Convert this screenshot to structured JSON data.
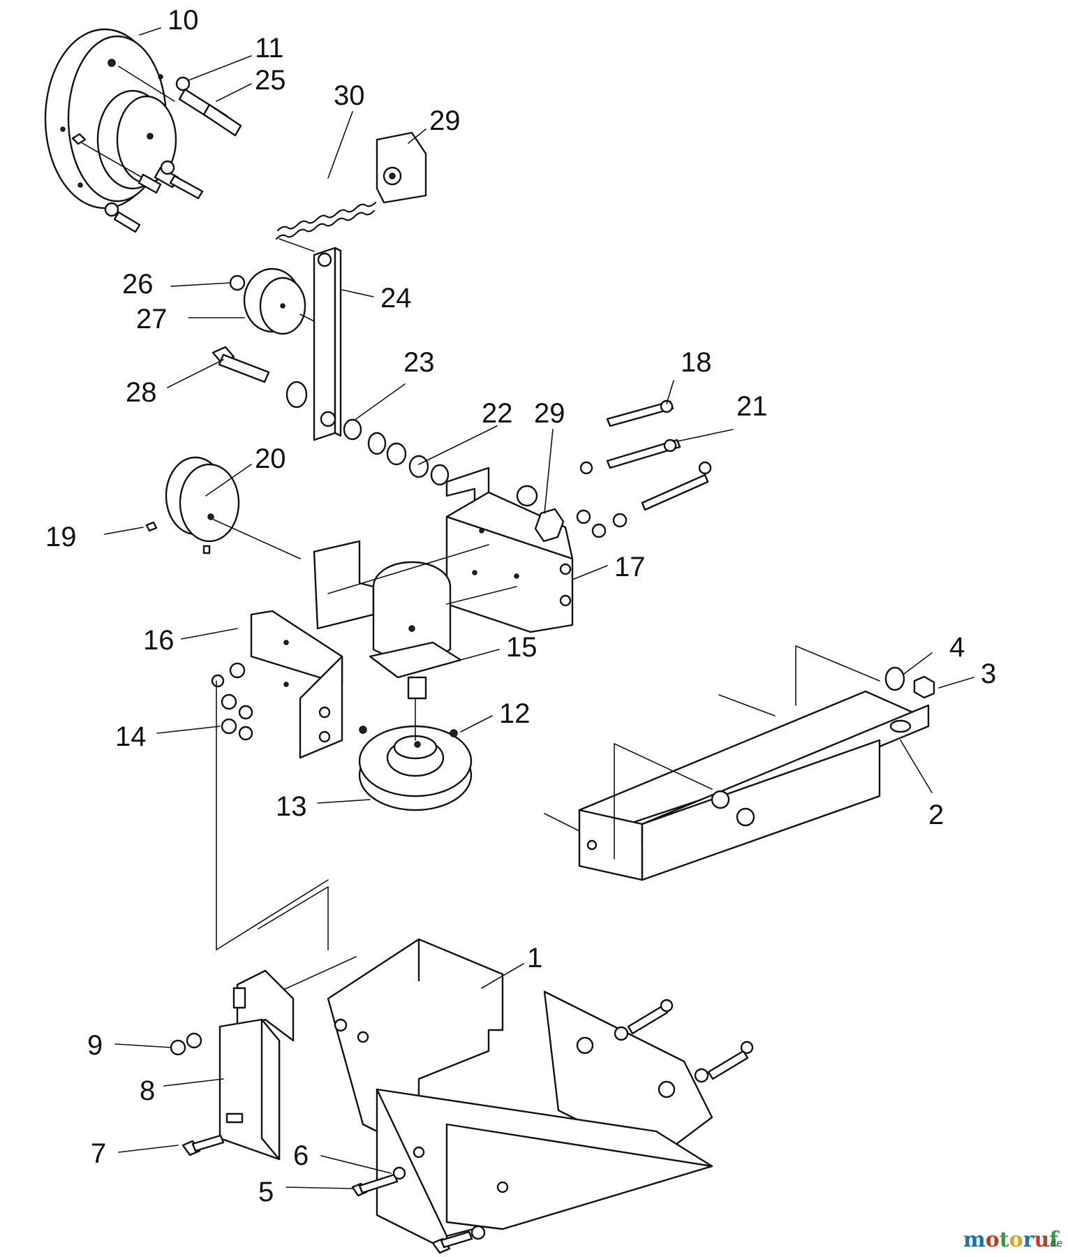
{
  "callouts": [
    {
      "id": "p10",
      "text": "10"
    },
    {
      "id": "p11",
      "text": "11"
    },
    {
      "id": "p25",
      "text": "25"
    },
    {
      "id": "p30",
      "text": "30"
    },
    {
      "id": "p29a",
      "text": "29"
    },
    {
      "id": "p26",
      "text": "26"
    },
    {
      "id": "p27",
      "text": "27"
    },
    {
      "id": "p24",
      "text": "24"
    },
    {
      "id": "p28",
      "text": "28"
    },
    {
      "id": "p23",
      "text": "23"
    },
    {
      "id": "p18",
      "text": "18"
    },
    {
      "id": "p22",
      "text": "22"
    },
    {
      "id": "p29b",
      "text": "29"
    },
    {
      "id": "p21",
      "text": "21"
    },
    {
      "id": "p20",
      "text": "20"
    },
    {
      "id": "p19",
      "text": "19"
    },
    {
      "id": "p17",
      "text": "17"
    },
    {
      "id": "p16",
      "text": "16"
    },
    {
      "id": "p15",
      "text": "15"
    },
    {
      "id": "p4",
      "text": "4"
    },
    {
      "id": "p3",
      "text": "3"
    },
    {
      "id": "p14",
      "text": "14"
    },
    {
      "id": "p12",
      "text": "12"
    },
    {
      "id": "p13",
      "text": "13"
    },
    {
      "id": "p2",
      "text": "2"
    },
    {
      "id": "p1",
      "text": "1"
    },
    {
      "id": "p9",
      "text": "9"
    },
    {
      "id": "p8",
      "text": "8"
    },
    {
      "id": "p7",
      "text": "7"
    },
    {
      "id": "p6",
      "text": "6"
    },
    {
      "id": "p5",
      "text": "5"
    }
  ],
  "watermark": {
    "text_main": "motoruf",
    "text_suffix": ".de",
    "colors": [
      "#1a6fb5",
      "#c0392b",
      "#2e9e44",
      "#e3a21a",
      "#1a6fb5",
      "#c0392b",
      "#2e9e44"
    ]
  }
}
